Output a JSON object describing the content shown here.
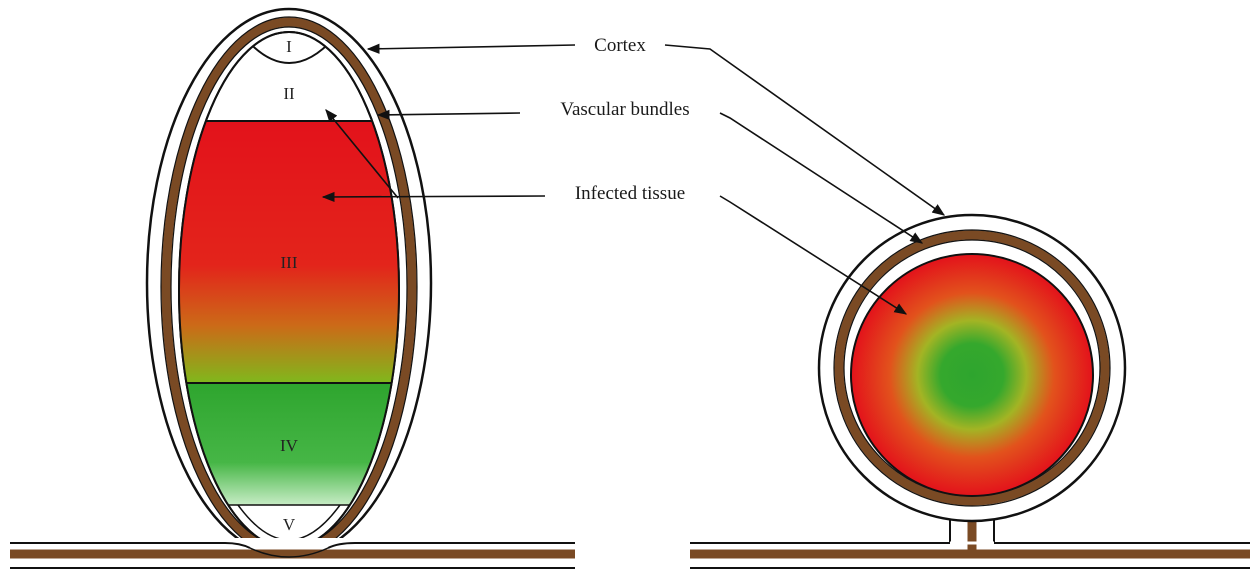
{
  "labels": {
    "cortex": "Cortex",
    "vascular_bundles": "Vascular bundles",
    "infected_tissue": "Infected tissue"
  },
  "zones": {
    "z1": "I",
    "z2": "II",
    "z3": "III",
    "z4": "IV",
    "z5": "V"
  },
  "colors": {
    "vascular": "#7a4a24",
    "infected": "#e3121b",
    "healthy": "#2ea52e",
    "outline": "#111111"
  }
}
